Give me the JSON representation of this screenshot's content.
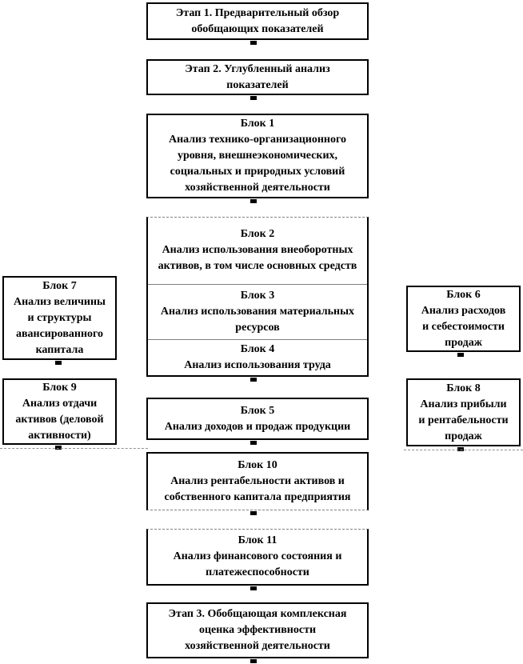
{
  "colors": {
    "background": "#ffffff",
    "box_fill": "#ffffff",
    "box_border": "#000000",
    "separator": "#808080",
    "text": "#000000"
  },
  "boxes": {
    "stage1": {
      "text": "Этап 1. Предварительный обзор\nобобщающих показателей"
    },
    "stage2": {
      "text": "Этап 2. Углубленный анализ\nпоказателей"
    },
    "block1": {
      "title": "Блок 1",
      "text": "Анализ технико-организационного\nуровня, внешнеэкономических,\nсоциальных и природных условий\nхозяйственной деятельности"
    },
    "block2": {
      "title": "Блок 2",
      "text": "Анализ использования\nвнеоборотных активов, в том числе\nосновных средств"
    },
    "block3": {
      "title": "Блок 3",
      "text": "Анализ использования\nматериальных ресурсов"
    },
    "block4": {
      "title": "Блок 4",
      "text": "Анализ использования труда"
    },
    "block5": {
      "title": "Блок 5",
      "text": "Анализ доходов и продаж продукции"
    },
    "block6": {
      "title": "Блок 6",
      "text": "Анализ расходов\nи себестоимости\nпродаж"
    },
    "block7": {
      "title": "Блок 7",
      "text": "Анализ величины\nи структуры\nавансированного\nкапитала"
    },
    "block8": {
      "title": "Блок 8",
      "text": "Анализ прибыли\nи рентабельности\nпродаж"
    },
    "block9": {
      "title": "Блок 9",
      "text": "Анализ отдачи\nактивов (деловой\nактивности)"
    },
    "block10": {
      "title": "Блок 10",
      "text": "Анализ рентабельности активов и\nсобственного капитала предприятия"
    },
    "block11": {
      "title": "Блок 11",
      "text": "Анализ финансового состояния и\nплатежеспособности"
    },
    "stage3": {
      "text": "Этап 3. Обобщающая комплексная\nоценка эффективности\nхозяйственной деятельности"
    }
  }
}
